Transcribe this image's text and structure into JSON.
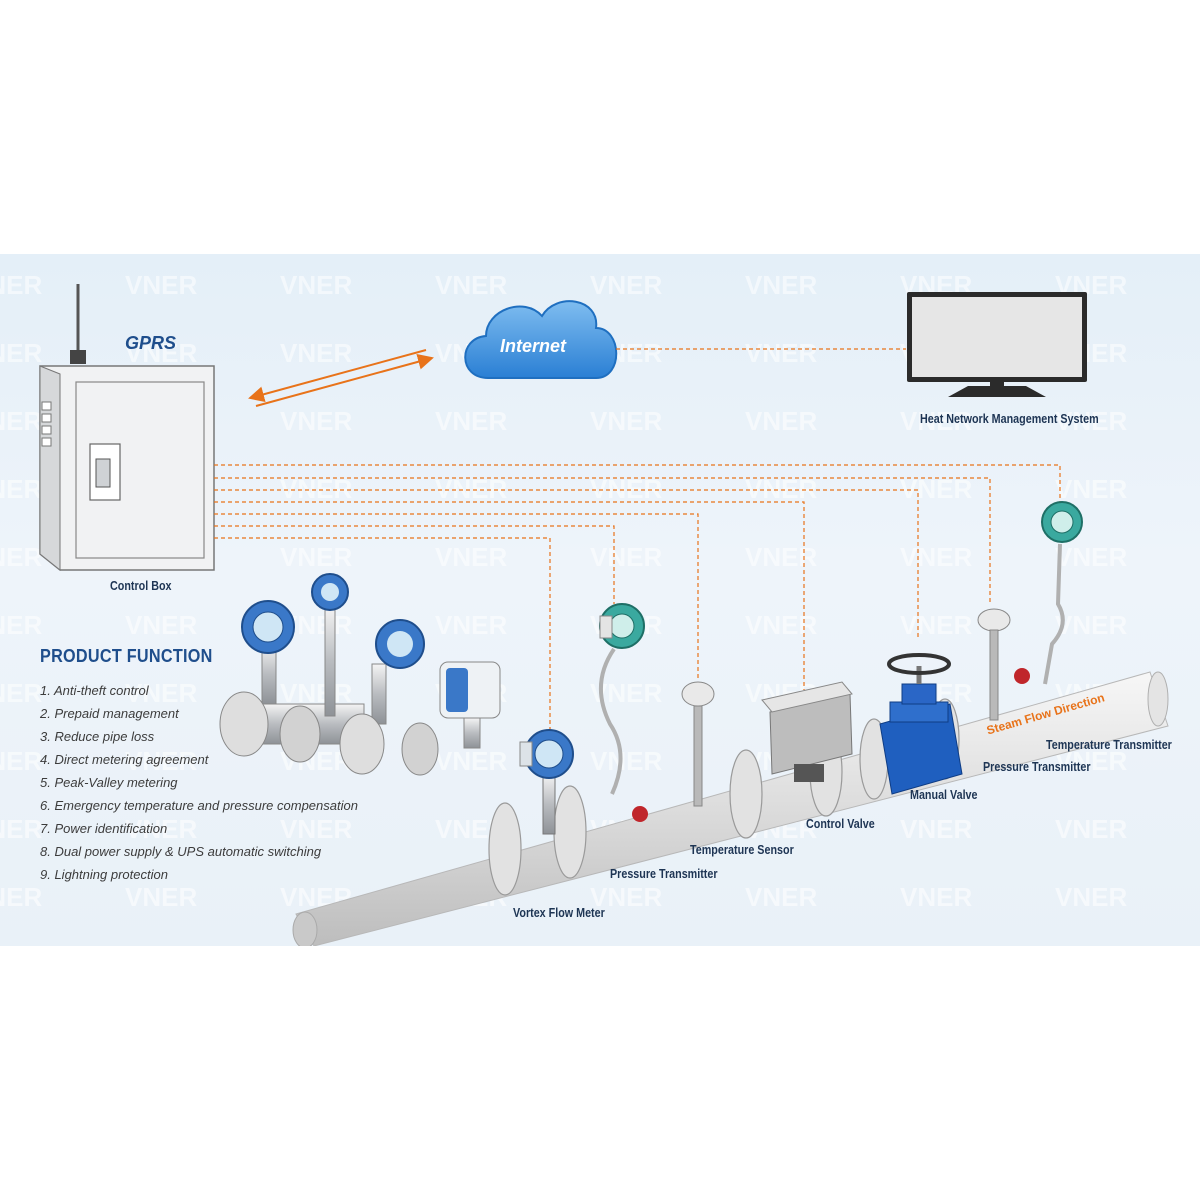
{
  "watermark": "VNER",
  "labels": {
    "gprs": "GPRS",
    "internet": "Internet",
    "heat_network": "Heat Network Management System",
    "control_box": "Control Box",
    "steam_flow": "Steam Flow Direction",
    "vortex_flow_meter": "Vortex Flow Meter",
    "pressure_transmitter_1": "Pressure Transmitter",
    "temperature_sensor": "Temperature Sensor",
    "control_valve": "Control Valve",
    "manual_valve": "Manual Valve",
    "pressure_transmitter_2": "Pressure Transmitter",
    "temperature_transmitter": "Temperature Transmitter"
  },
  "product_function": {
    "title": "PRODUCT FUNCTION",
    "items": [
      "1. Anti-theft control",
      "2. Prepaid management",
      "3. Reduce pipe loss",
      "4. Direct metering agreement",
      "5. Peak-Valley metering",
      "6. Emergency temperature and pressure compensation",
      "7. Power identification",
      "8. Dual power supply & UPS automatic switching",
      "9. Lightning protection"
    ]
  },
  "colors": {
    "signal_line": "#e8731a",
    "transmitter_head": "#3aa99f",
    "valve_body": "#1f5fbf",
    "title_blue": "#1f4e8c"
  }
}
